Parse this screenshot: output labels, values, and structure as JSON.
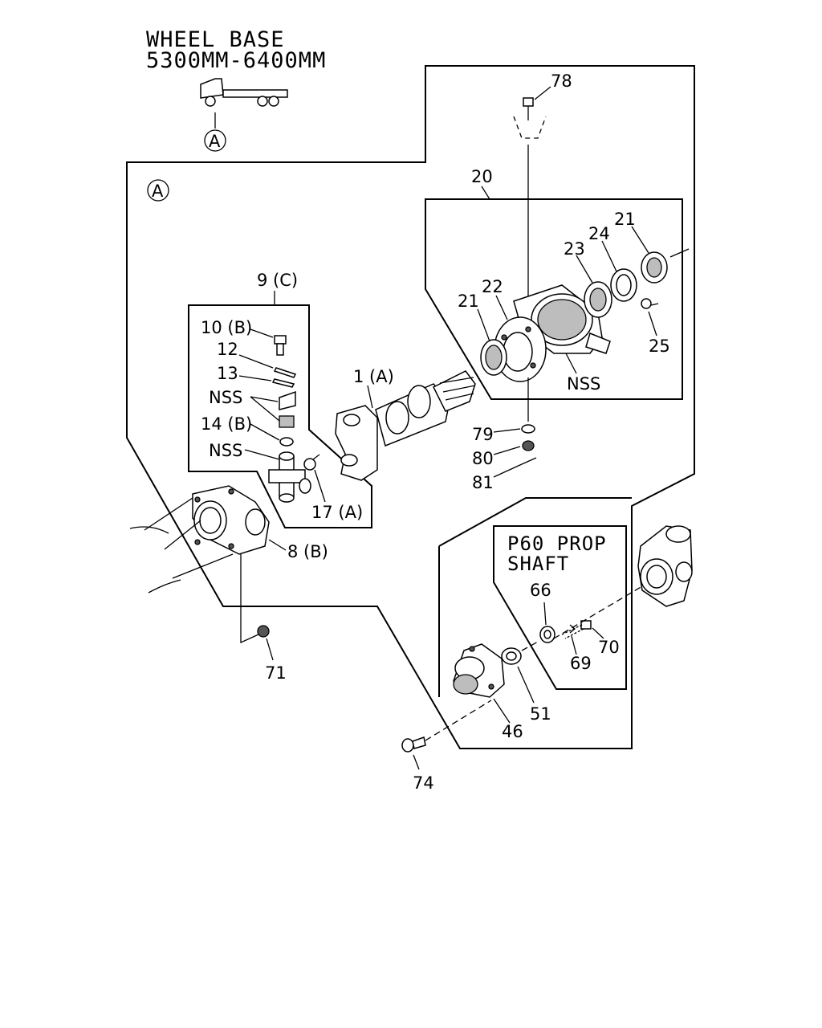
{
  "header": {
    "title_line1": "WHEEL BASE",
    "title_line2": "5300MM-6400MM",
    "ref_marker": "A"
  },
  "section_marker": "A",
  "groups": {
    "g9": "9 (C)",
    "g20": "20",
    "p60_line1": "P60 PROP",
    "p60_line2": "SHAFT"
  },
  "callouts": {
    "c1": "1 (A)",
    "c8": "8 (B)",
    "c10": "10 (B)",
    "c12": "12",
    "c13": "13",
    "nss_a": "NSS",
    "c14": "14 (B)",
    "nss_b": "NSS",
    "c17": "17 (A)",
    "c21a": "21",
    "c21b": "21",
    "c22": "22",
    "c23": "23",
    "c24": "24",
    "c25": "25",
    "nss_c": "NSS",
    "c46": "46",
    "c51": "51",
    "c66": "66",
    "c69": "69",
    "c70": "70",
    "c71": "71",
    "c74": "74",
    "c78": "78",
    "c79": "79",
    "c80": "80",
    "c81": "81"
  }
}
